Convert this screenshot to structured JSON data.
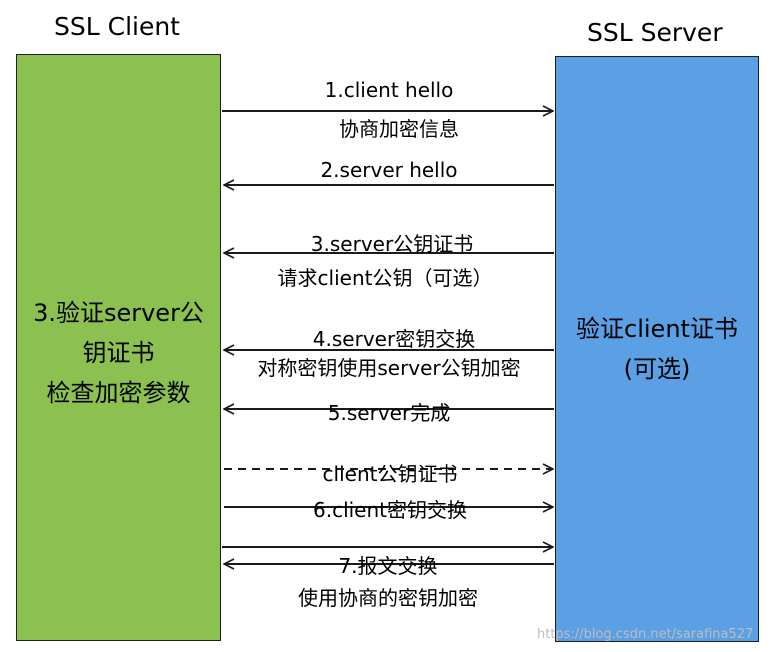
{
  "client": {
    "title": "SSL Client",
    "line1": "3.验证server公",
    "line2": "钥证书",
    "line3": "检查加密参数",
    "color": "#8cc152"
  },
  "server": {
    "title": "SSL Server",
    "line1": "验证client证书",
    "line2": "(可选)",
    "color": "#5b9fe5"
  },
  "messages": [
    {
      "label": "1.client hello",
      "sublabel": "协商加密信息",
      "direction": "to-server",
      "style": "solid"
    },
    {
      "label": "2.server hello",
      "sublabel": "",
      "direction": "to-client",
      "style": "solid"
    },
    {
      "label": "3.server公钥证书",
      "sublabel": "请求client公钥（可选）",
      "direction": "to-client",
      "style": "solid"
    },
    {
      "label": "4.server密钥交换",
      "sublabel": "对称密钥使用server公钥加密",
      "direction": "to-client",
      "style": "solid"
    },
    {
      "label": "5.server完成",
      "sublabel": "",
      "direction": "to-client",
      "style": "solid"
    },
    {
      "label": "client公钥证书",
      "sublabel": "",
      "direction": "to-server",
      "style": "dashed"
    },
    {
      "label": "6.client密钥交换",
      "sublabel": "",
      "direction": "to-server",
      "style": "solid"
    },
    {
      "label": "7.报文交换",
      "sublabel": "使用协商的密钥加密",
      "direction": "both",
      "style": "solid"
    }
  ],
  "watermark": "https://blog.csdn.net/sarafina527"
}
